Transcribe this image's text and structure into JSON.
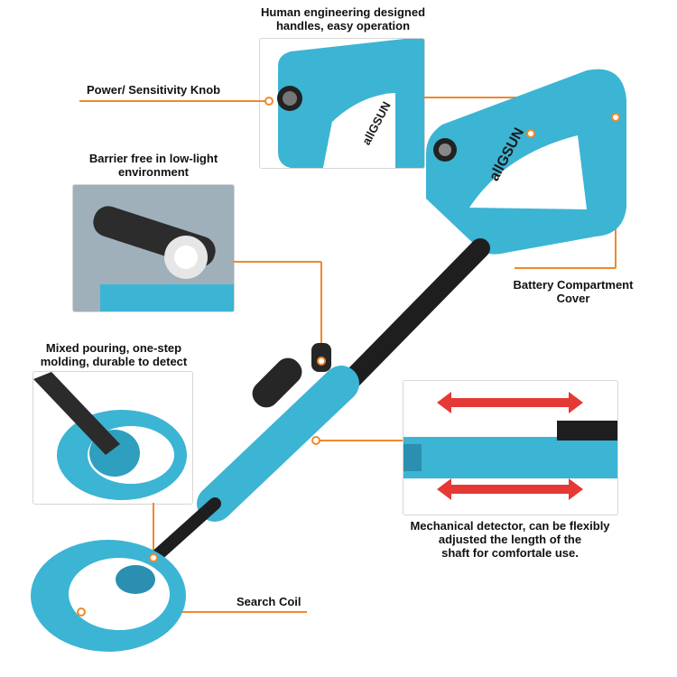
{
  "colors": {
    "accent": "#f0892c",
    "body_blue": "#3cb4d4",
    "body_blue_dark": "#2a8fb0",
    "shaft": "#1e1e1e",
    "arrow_red": "#e53935"
  },
  "labels": {
    "handle_title_l1": "Human engineering designed",
    "handle_title_l2": "handles, easy operation",
    "knob": "Power/ Sensitivity Knob",
    "light_l1": "Barrier free in low-light",
    "light_l2": "environment",
    "battery_l1": "Battery Compartment",
    "battery_l2": "Cover",
    "molding_l1": "Mixed pouring, one-step",
    "molding_l2": "molding, durable to detect",
    "shaft_l1": "Mechanical detector, can be flexibly",
    "shaft_l2": "adjusted the length of the",
    "shaft_l3": "shaft for comfortale use.",
    "coil": "Search Coil"
  },
  "brand": {
    "name": "allGSUN"
  },
  "icons": [
    "knob-icon",
    "flashlight-icon",
    "double-arrow-icon"
  ]
}
